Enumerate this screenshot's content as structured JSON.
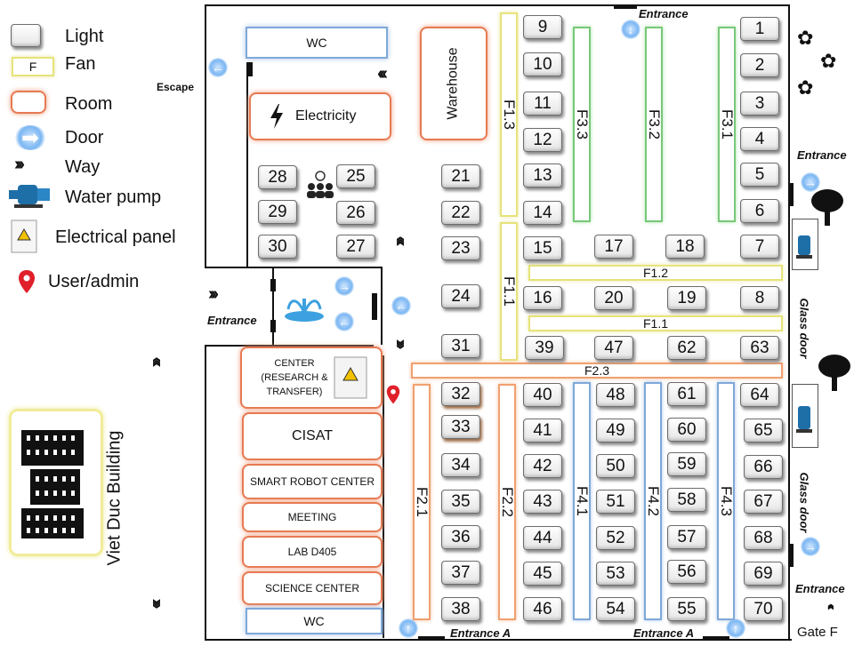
{
  "legend": {
    "light": "Light",
    "fan_symbol": "F",
    "fan": "Fan",
    "room": "Room",
    "door": "Door",
    "way": "Way",
    "water_pump": "Water pump",
    "electrical_panel": "Electrical panel",
    "user_admin": "User/admin"
  },
  "building": "Viet Duc Building",
  "labels": {
    "escape": "Escape",
    "entrance": "Entrance",
    "entrance_a": "Entrance A",
    "glass_door": "Glass door",
    "gate_f": "Gate F"
  },
  "rooms": {
    "wc_top": "WC",
    "electricity": "Electricity",
    "warehouse": "Warehouse",
    "center": "CENTER (RESEARCH & TRANSFER)",
    "cisat": "CISAT",
    "smart_robot": "SMART ROBOT CENTER",
    "meeting": "MEETING",
    "lab": "LAB D405",
    "science": "SCIENCE CENTER",
    "wc_bottom": "WC"
  },
  "fans": {
    "f13": "F1.3",
    "f11v": "F1.1",
    "f12": "F1.2",
    "f11h": "F1.1",
    "f33": "F3.3",
    "f32": "F3.2",
    "f31": "F3.1",
    "f23": "F2.3",
    "f21": "F2.1",
    "f22": "F2.2",
    "f41": "F4.1",
    "f42": "F4.2",
    "f43": "F4.3"
  },
  "lights": [
    "1",
    "2",
    "3",
    "4",
    "5",
    "6",
    "7",
    "8",
    "9",
    "10",
    "11",
    "12",
    "13",
    "14",
    "15",
    "16",
    "17",
    "18",
    "19",
    "20",
    "21",
    "22",
    "23",
    "24",
    "25",
    "26",
    "27",
    "28",
    "29",
    "30",
    "31",
    "32",
    "33",
    "34",
    "35",
    "36",
    "37",
    "38",
    "39",
    "40",
    "41",
    "42",
    "43",
    "44",
    "45",
    "46",
    "47",
    "48",
    "49",
    "50",
    "51",
    "52",
    "53",
    "54",
    "55",
    "56",
    "57",
    "58",
    "59",
    "60",
    "61",
    "62",
    "63",
    "64",
    "65",
    "66",
    "67",
    "68",
    "69",
    "70"
  ]
}
